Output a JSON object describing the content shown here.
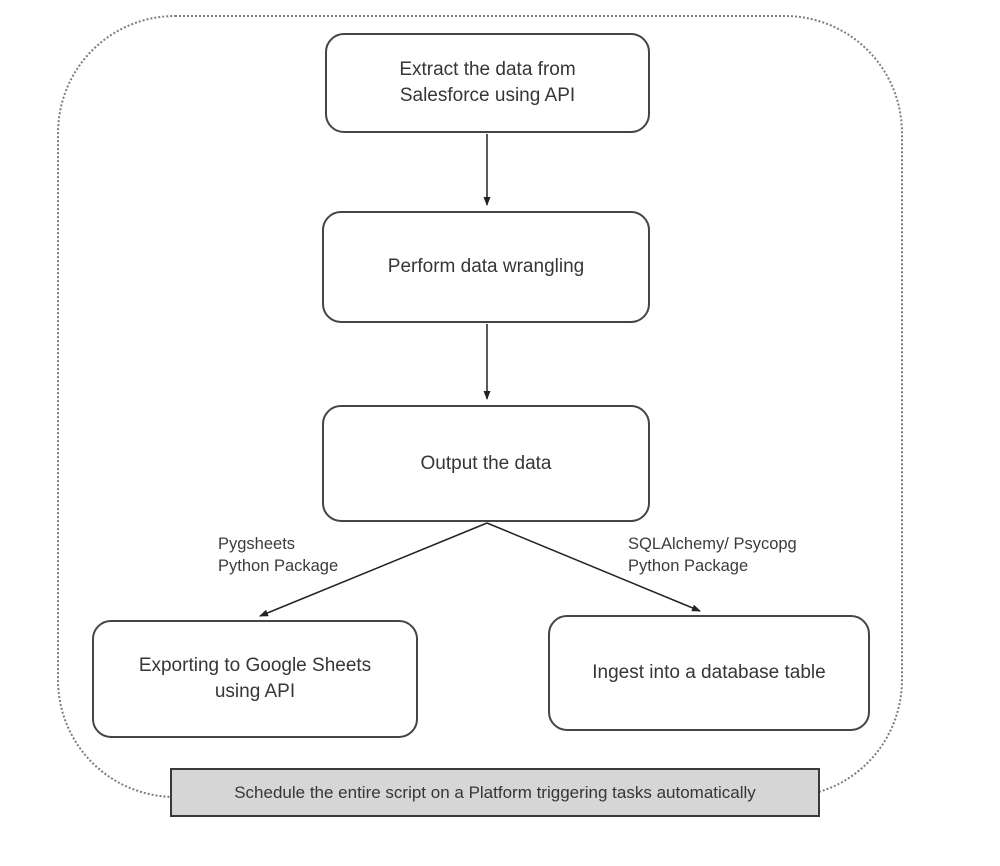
{
  "diagram": {
    "title_hint": "Salesforce data extraction pipeline flowchart",
    "nodes": {
      "extract": {
        "label": "Extract the data from Salesforce using API"
      },
      "wrangle": {
        "label": "Perform data wrangling"
      },
      "output": {
        "label": "Output the data"
      },
      "export_sheets": {
        "label": "Exporting to Google Sheets using API"
      },
      "ingest_db": {
        "label": "Ingest into a database table"
      },
      "schedule": {
        "label": "Schedule the entire script on a Platform triggering tasks automatically"
      }
    },
    "edge_labels": {
      "pygsheets": "Pygsheets\nPython Package",
      "sqlalchemy": "SQLAlchemy/ Psycopg\nPython Package"
    },
    "colors": {
      "node_fill": "#ffffff",
      "node_border": "#454545",
      "schedule_fill": "#d6d6d6",
      "schedule_border": "#3a3a3a",
      "text": "#363636",
      "label_text": "#3c3c3c",
      "arrow": "#222222",
      "outer_border": "#7d7d7d"
    }
  }
}
